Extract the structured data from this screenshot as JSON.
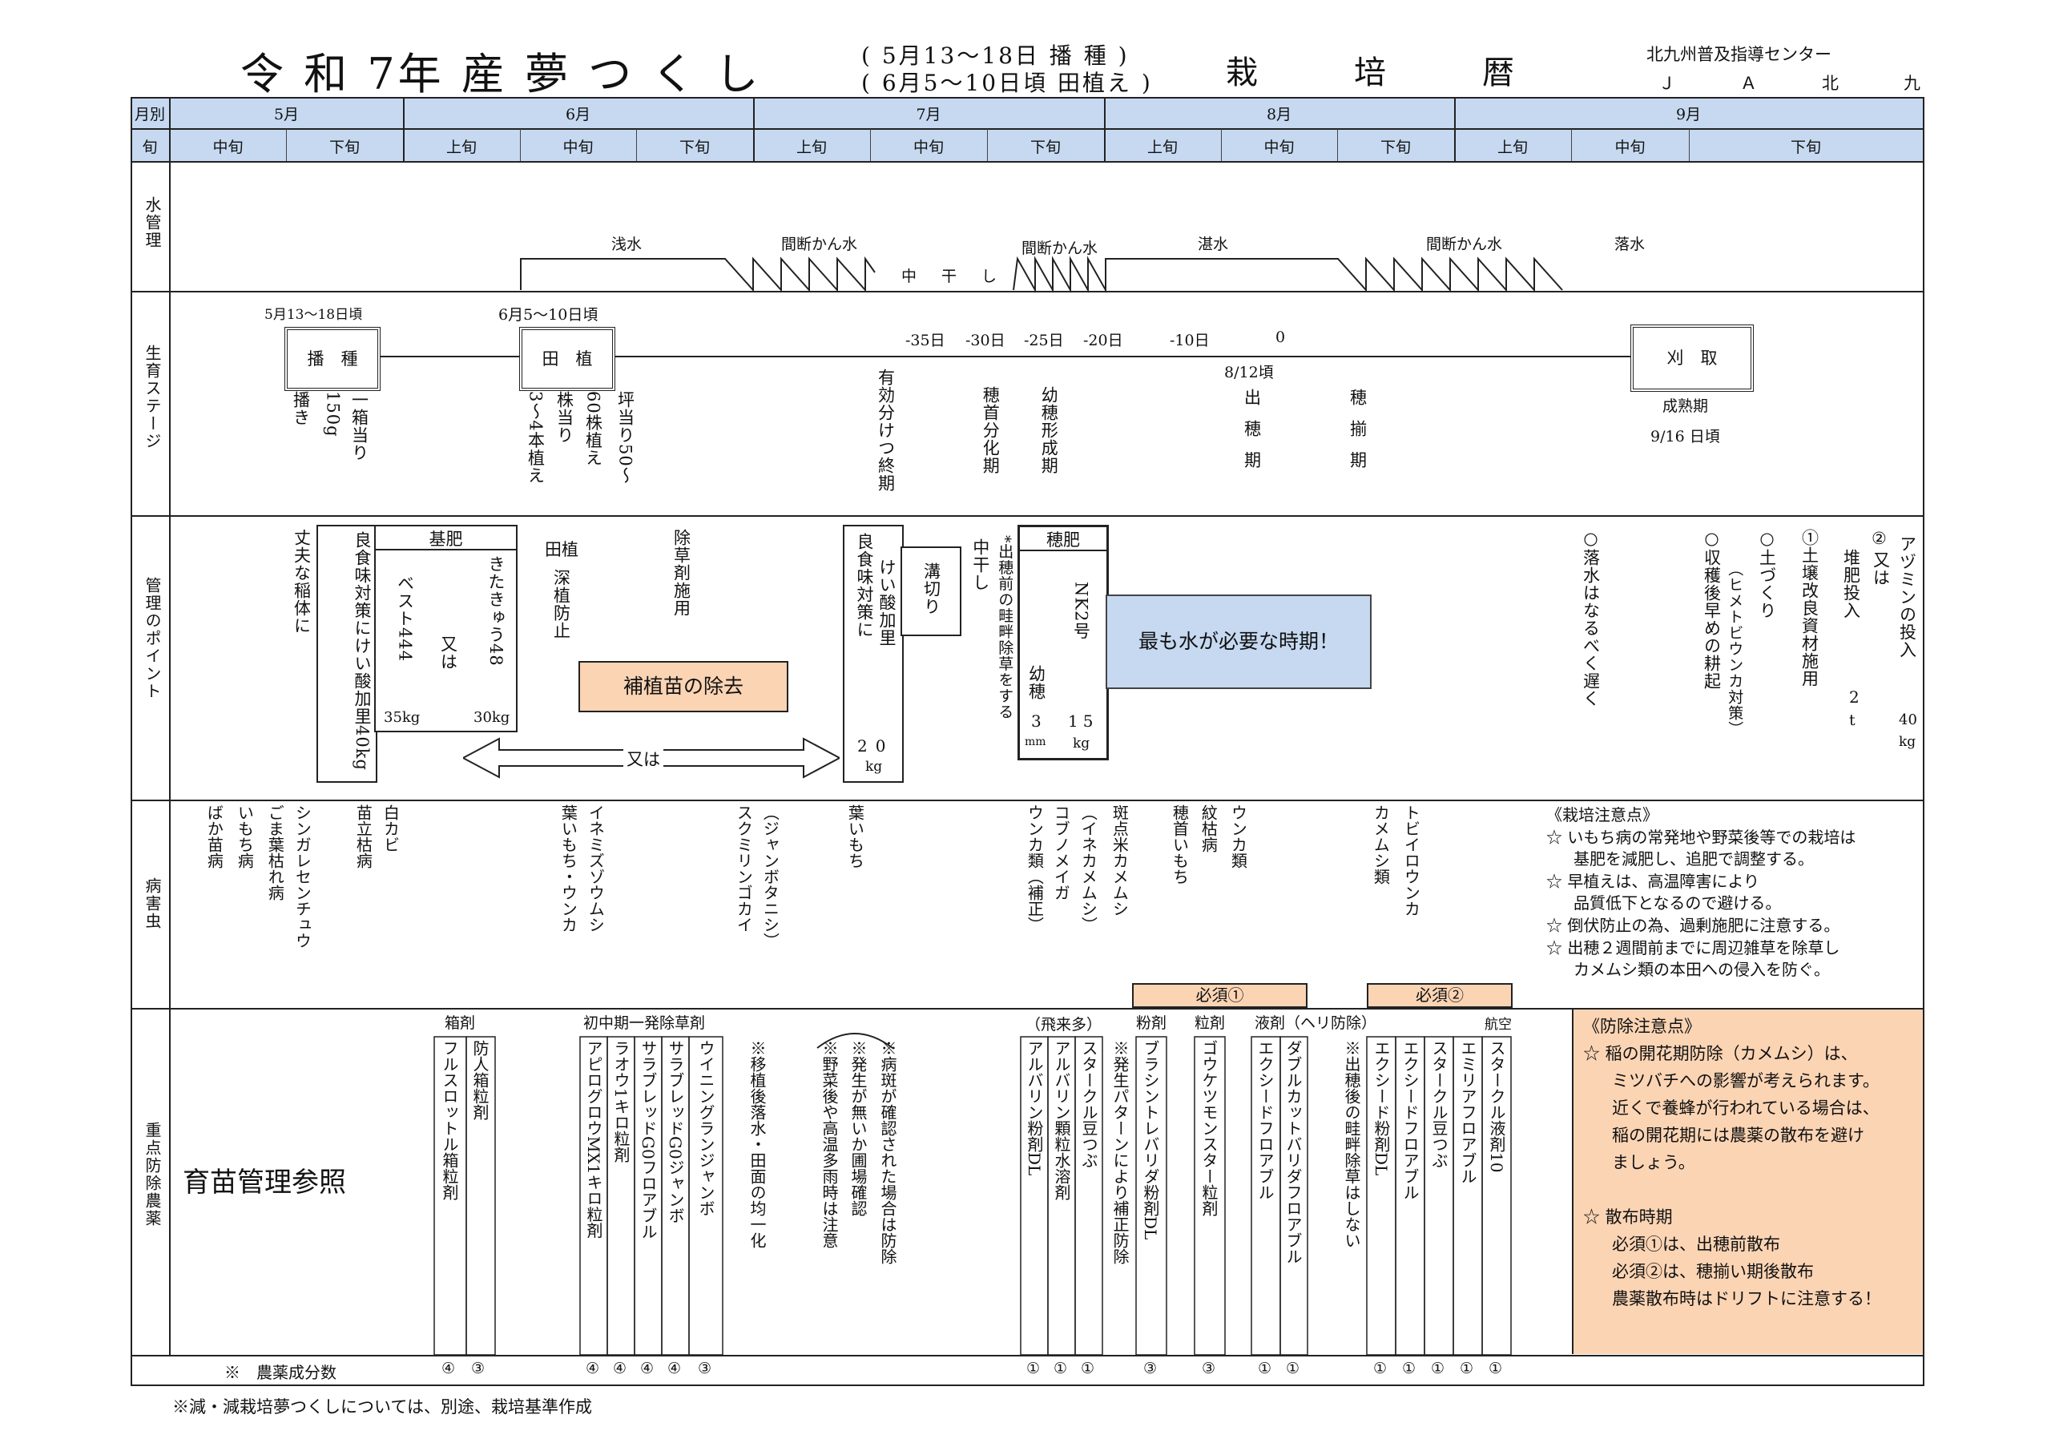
{
  "title": {
    "main": "令 和 7年 産 夢 つ く し",
    "sow_period": "( 5月13～18日 播 種 )",
    "plant_period": "( 6月5～10日頃 田植え )",
    "calendar": "栽　培　暦",
    "org1": "北九州普及指導センター",
    "org2": "Ｊ　Ａ　北　九"
  },
  "months": {
    "row_label": "月別",
    "items": [
      "5月",
      "6月",
      "7月",
      "8月",
      "9月"
    ]
  },
  "decades": {
    "row_label": "旬",
    "items": [
      "中旬",
      "下旬",
      "上旬",
      "中旬",
      "下旬",
      "上旬",
      "中旬",
      "下旬",
      "上旬",
      "中旬",
      "下旬",
      "上旬",
      "中旬",
      "下旬"
    ]
  },
  "water": {
    "row_label": "水管理",
    "labels": {
      "shallow": "浅水",
      "intermittent1": "間断かん水",
      "midseason": "中　干　し",
      "intermittent2": "間断かん水",
      "flood": "湛水",
      "intermittent3": "間断かん水",
      "drain": "落水"
    }
  },
  "growth": {
    "row_label": "生育ステージ",
    "sow_date": "5月13～18日頃",
    "plant_date": "6月5～10日頃",
    "sow_box": "播　種",
    "plant_box": "田　植",
    "harvest_box": "刈　取",
    "countdown": [
      "-35日",
      "-30日",
      "-25日",
      "-20日",
      "-10日",
      "0"
    ],
    "heading_date": "8/12頃",
    "maturity": "成熟期",
    "maturity_date": "9/16 日頃",
    "v": {
      "sow_a": "播き",
      "sow_b": "150g",
      "sow_c": "一箱当り",
      "plant_a": "3～4本植え",
      "plant_b": "株当り",
      "plant_c": "60株植え",
      "plant_d": "坪当り50～",
      "tiller": "有効分けつ終期",
      "panicle1": "穂首分化期",
      "panicle2": "幼穂形成期",
      "head1": "出穂期",
      "head2": "穂揃期"
    }
  },
  "management": {
    "row_label": "管理のポイント",
    "strong": "丈夫な稲体に",
    "silica1": "良食味対策にけい酸加里40kg",
    "base_fert": "基肥",
    "base_a": "きたきゅう48",
    "base_or": "又は",
    "base_b": "ベスト444",
    "base_a_amt": "30kg",
    "base_b_amt": "35kg",
    "planting": "田植",
    "deep": "深植防止",
    "herbicide": "除草剤施用",
    "replant_removal": "補植苗の除去",
    "or_label": "又は",
    "silica2_a": "良食味対策に",
    "silica2_b": "けい酸加里",
    "silica2_amt": "20",
    "silica2_unit": "kg",
    "trench": "溝切り",
    "midseason": "中干し",
    "levee_note": "*出穂前の畦畔除草をする",
    "top_fert": "穂肥",
    "top_fert_name": "NK2号",
    "top_stage": "幼穂",
    "top_mm": "3",
    "top_mm_unit": "mm",
    "top_kg": "15",
    "top_kg_unit": "kg",
    "water_critical": "最も水が必要な時期！",
    "late_drain": "○落水はなるべく遅く",
    "early_plow": "○収穫後早めの耕起",
    "early_plow_sub": "（ヒメトビウンカ対策）",
    "soil": "○土づくり",
    "soil1": "①土壌改良資材施用",
    "compost_label": "堆肥投入",
    "compost_amt": "2",
    "compost_unit": "t",
    "soil2": "②",
    "soil2_or": "又は",
    "azumin": "アヅミンの投入",
    "azumin_amt": "40",
    "azumin_unit": "kg"
  },
  "pests": {
    "row_label": "病害虫",
    "items": [
      "ばか苗病",
      "いもち病",
      "ごま葉枯れ病",
      "シンガレセンチュウ",
      "苗立枯病",
      "白カビ",
      "葉いもち・ウンカ",
      "イネミズゾウムシ",
      "スクミリンゴカイ",
      "（ジャンボタニシ）",
      "葉いもち",
      "ウンカ類（補正）",
      "コブノメイガ",
      "（イネカメムシ）",
      "斑点米カメムシ",
      "穂首いもち",
      "紋枯病",
      "ウンカ類",
      "カメムシ類",
      "トビイロウンカ"
    ],
    "notes_title": "《栽培注意点》",
    "notes": [
      "☆ いもち病の常発地や野菜後等での栽培は",
      "基肥を減肥し、追肥で調整する。",
      "☆ 早植えは、高温障害により",
      "品質低下となるので避ける。",
      "☆ 倒伏防止の為、過剰施肥に注意する。",
      "☆ 出穂２週間前までに周辺雑草を除草し",
      "カメムシ類の本田への侵入を防ぐ。"
    ]
  },
  "chemicals": {
    "row_label": "重点防除農薬",
    "nursery": "育苗管理参照",
    "box_agent": "箱剤",
    "herbicide_group": "初中期一発除草剤",
    "aerial_note": "（飛来多）",
    "powder": "粉剤",
    "granule": "粒剤",
    "liquid": "液剤（ヘリ防除）",
    "aerial": "航空",
    "required1": "必須①",
    "required2": "必須②",
    "items": {
      "box1": "フルスロットル箱粒剤",
      "box2": "防人箱粒剤",
      "h1": "アピログロウMX1キロ粒剤",
      "h2": "ラオウ1キロ粒剤",
      "h3": "サラブレッドG0フロアブル",
      "h4": "サラブレッドG0ジャンボ",
      "h5": "ウイニングランジャンボ",
      "n1": "※移植後落水・田面の均一化",
      "n2": "※野菜後や高温多雨時は注意",
      "n3": "※発生が無いか圃場確認",
      "n4": "※病斑が確認された場合は防除",
      "a1": "アルバリン粉剤DL",
      "a2": "アルバリン顆粒水溶剤",
      "a3": "スタークル豆つぶ",
      "n5": "※発生パターンにより補正防除",
      "p1": "ブラシントレバリダ粉剤DL",
      "g1": "ゴウケツモンスター粒剤",
      "l1": "エクシードフロアブル",
      "l2": "ダブルカットバリダフロアブル",
      "n6": "※出穂後の畦畔除草はしない",
      "r1": "エクシード粉剤DL",
      "r2": "エクシードフロアブル",
      "r3": "スタークル豆つぶ",
      "r4": "エミリアフロアブル",
      "r5": "スタークル液剤10"
    },
    "notes_title": "《防除注意点》",
    "notes": [
      "☆ 稲の開花期防除（カメムシ）は、",
      "ミツバチへの影響が考えられます。",
      "近くで養蜂が行われている場合は、",
      "稲の開花期には農薬の散布を避け",
      "ましょう。",
      "",
      "☆ 散布時期",
      "必須①は、出穂前散布",
      "必須②は、穂揃い期後散布",
      "農薬散布時はドリフトに注意する！"
    ]
  },
  "ingredients": {
    "label": "※　農薬成分数",
    "marks": [
      "④",
      "③",
      "④",
      "④",
      "④",
      "④",
      "③",
      "①",
      "①",
      "①",
      "③",
      "③",
      "①",
      "①",
      "①",
      "①",
      "①",
      "①",
      "①"
    ]
  },
  "footnote": "※減・減栽培夢つくしについては、別途、栽培基準作成"
}
